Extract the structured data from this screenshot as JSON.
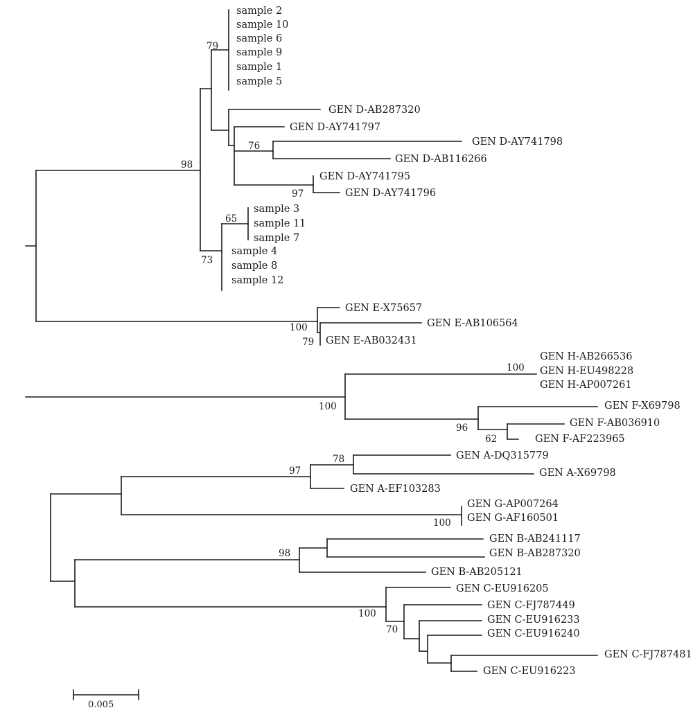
{
  "tips": {
    "sample_2": "sample 2",
    "sample_10": "sample 10",
    "sample_6": "sample 6",
    "sample_9": "sample 9",
    "sample_1": "sample 1",
    "sample_5": "sample 5",
    "d_ab287320": "GEN D-AB287320",
    "d_ay741797": "GEN D-AY741797",
    "d_ay741798": "GEN D-AY741798",
    "d_ab116266": "GEN D-AB116266",
    "d_ay741795": "GEN D-AY741795",
    "d_ay741796": "GEN D-AY741796",
    "sample_3": "sample 3",
    "sample_11": "sample 11",
    "sample_7": "sample 7",
    "sample_4": "sample 4",
    "sample_8": "sample 8",
    "sample_12": "sample 12",
    "e_x75657": "GEN E-X75657",
    "e_ab106564": "GEN E-AB106564",
    "e_ab032431": "GEN E-AB032431",
    "h_ab266536": "GEN H-AB266536",
    "h_eu498228": "GEN H-EU498228",
    "h_ap007261": "GEN H-AP007261",
    "f_x69798": "GEN F-X69798",
    "f_ab036910": "GEN F-AB036910",
    "f_af223965": "GEN F-AF223965",
    "a_dq315779": "GEN A-DQ315779",
    "a_x69798": "GEN A-X69798",
    "a_ef103283": "GEN A-EF103283",
    "g_ap007264": "GEN G-AP007264",
    "g_af160501": "GEN G-AF160501",
    "b_ab241117": "GEN B-AB241117",
    "b_ab287320": "GEN B-AB287320",
    "b_ab205121": "GEN B-AB205121",
    "c_eu916205": "GEN C-EU916205",
    "c_fj787449": "GEN C-FJ787449",
    "c_eu916233": "GEN C-EU916233",
    "c_eu916240": "GEN C-EU916240",
    "c_fj787481": "GEN C-FJ787481",
    "c_eu916223": "GEN C-EU916223"
  },
  "bootstrap": {
    "samples_79": "79",
    "d_clade_98": "98",
    "d_76": "76",
    "d_97": "97",
    "samples_65": "65",
    "samples_73": "73",
    "e_100": "100",
    "e_79": "79",
    "h_100": "100",
    "hf_100": "100",
    "f_96": "96",
    "f_62": "62",
    "a_78": "78",
    "a_97": "97",
    "g_100": "100",
    "b_98": "98",
    "c_100": "100",
    "c_70": "70"
  },
  "scale_bar": {
    "label": "0.005"
  }
}
